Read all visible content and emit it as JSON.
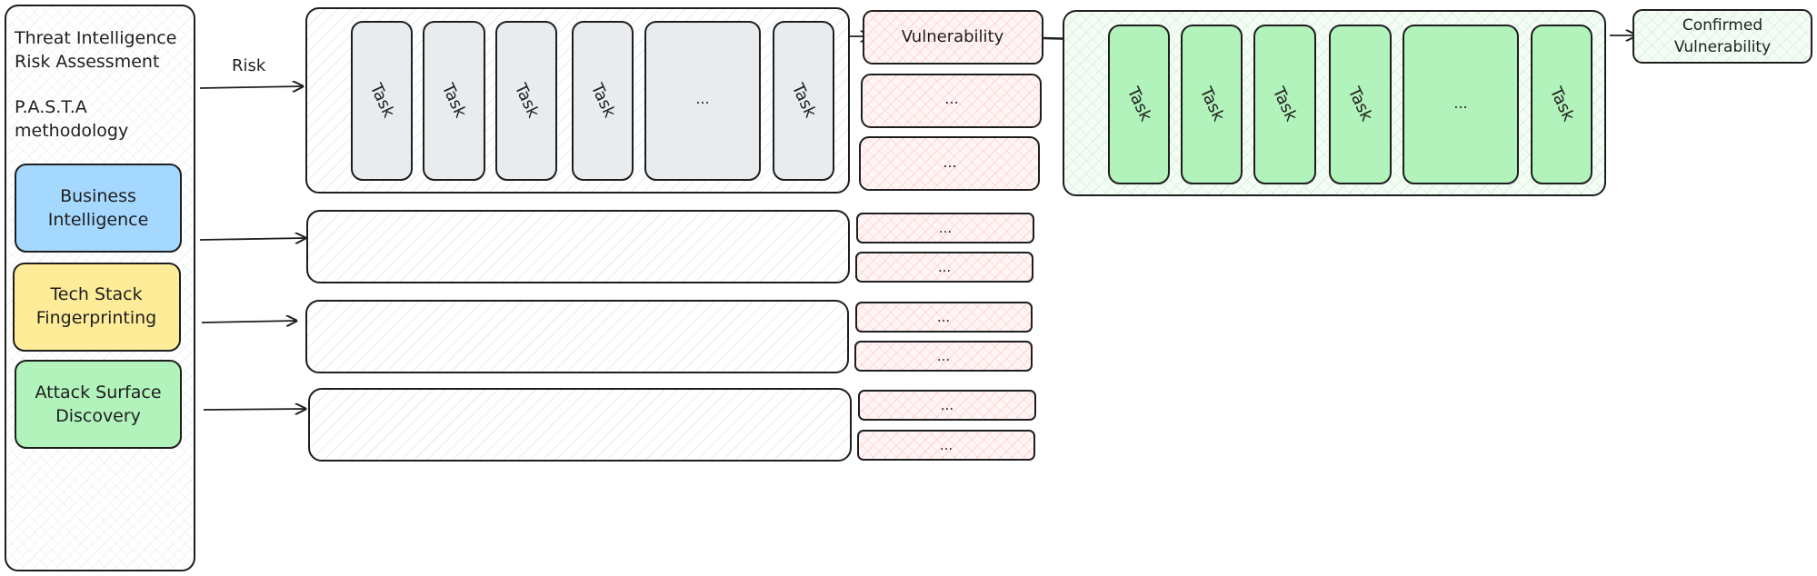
{
  "left_panel": {
    "title_line1": "Threat Intelligence",
    "title_line2": "Risk Assessment",
    "method_line1": "P.A.S.T.A",
    "method_line2": "methodology",
    "boxes": [
      {
        "line1": "Business",
        "line2": "Intelligence",
        "fill": "#a5d8ff"
      },
      {
        "line1": "Tech Stack",
        "line2": "Fingerprinting",
        "fill": "#ffec99"
      },
      {
        "line1": "Attack Surface",
        "line2": "Discovery",
        "fill": "#b2f2bb"
      }
    ]
  },
  "risk_label": "Risk",
  "task_label": "Task",
  "ellipsis": "...",
  "vulnerability_label": "Vulnerability",
  "confirmed_line1": "Confirmed",
  "confirmed_line2": "Vulnerability",
  "colors": {
    "stroke": "#1e1e1e",
    "task_gray": "#e9ecef",
    "task_green": "#b2f2bb",
    "vuln_hatch": "#ffc9c9",
    "green_hatch": "#b2f2bb",
    "gray_hatch": "#d0d0d0",
    "blue_hatch": "#d0e4f5"
  }
}
